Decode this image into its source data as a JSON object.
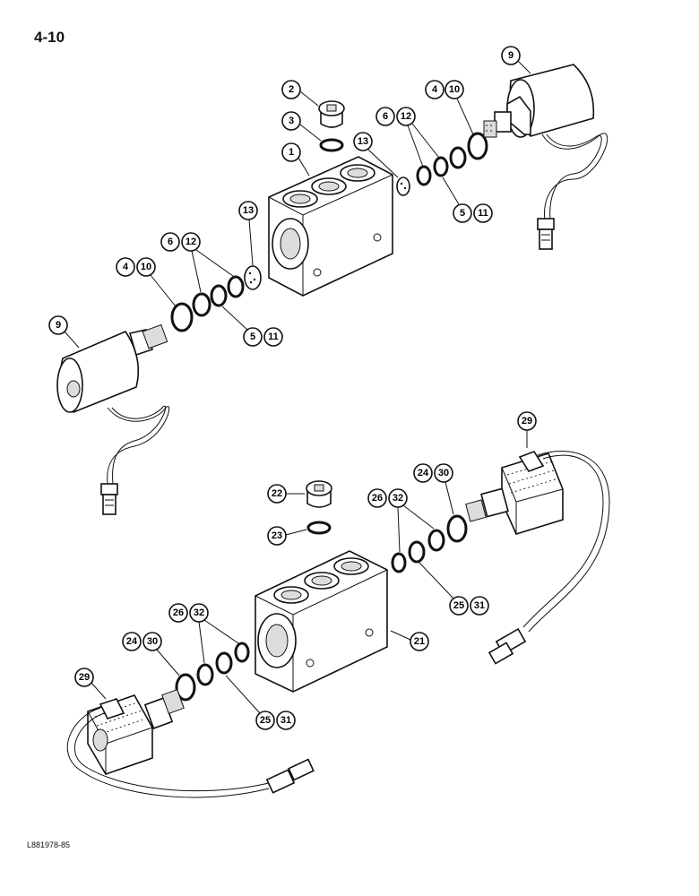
{
  "page": {
    "number": "4-10",
    "ref_code": "L881978-85"
  },
  "callouts": {
    "c1": "1",
    "c2": "2",
    "c3": "3",
    "c4a": "4",
    "c10a": "10",
    "c6a": "6",
    "c12a": "12",
    "c13a": "13",
    "c5a": "5",
    "c11a": "11",
    "c9a": "9",
    "c4b": "4",
    "c10b": "10",
    "c6b": "6",
    "c12b": "12",
    "c13b": "13",
    "c5b": "5",
    "c11b": "11",
    "c9b": "9",
    "c21": "21",
    "c22": "22",
    "c23": "23",
    "c24a": "24",
    "c30a": "30",
    "c26a": "26",
    "c32a": "32",
    "c25a": "25",
    "c31a": "31",
    "c29a": "29",
    "c24b": "24",
    "c30b": "30",
    "c26b": "26",
    "c32b": "32",
    "c25b": "25",
    "c31b": "31",
    "c29b": "29"
  }
}
